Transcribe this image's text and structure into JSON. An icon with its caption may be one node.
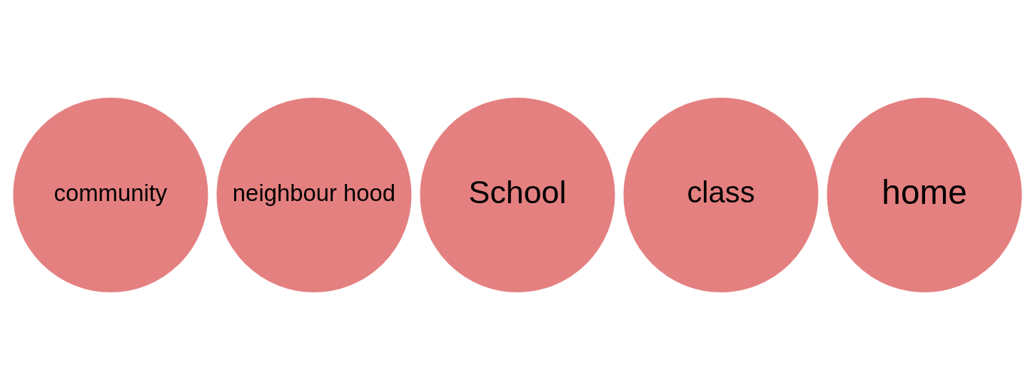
{
  "diagram": {
    "nodes": [
      {
        "text": [
          "community"
        ]
      },
      {
        "text": [
          "neighbour hood"
        ]
      },
      {
        "text": [
          "School"
        ]
      },
      {
        "text": [
          "class"
        ]
      },
      {
        "text": [
          "home"
        ]
      }
    ]
  }
}
